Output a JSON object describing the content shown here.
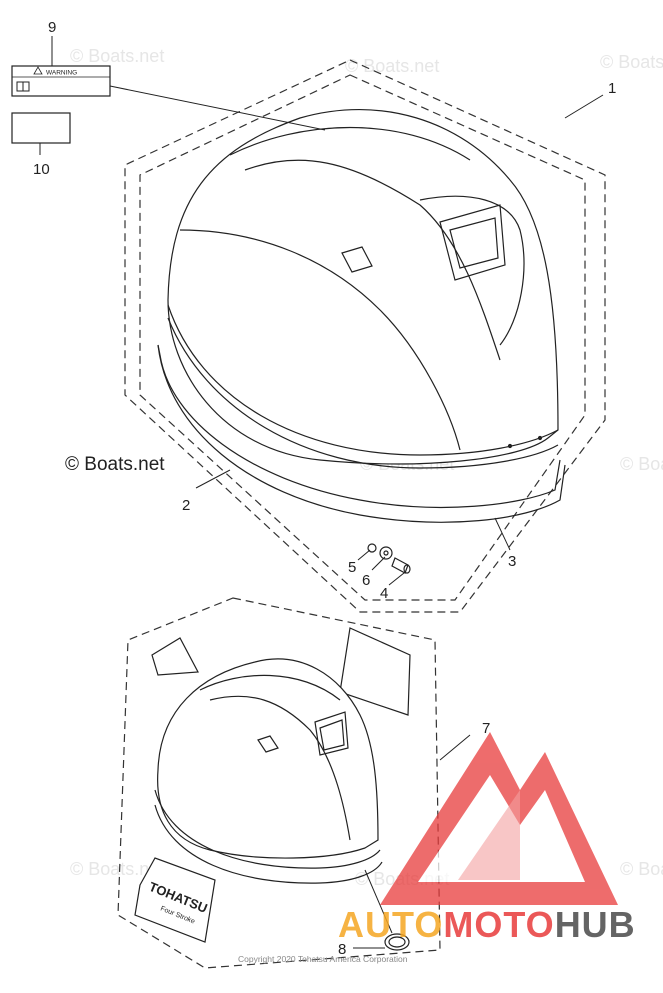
{
  "callouts": [
    "9",
    "10",
    "1",
    "2",
    "3",
    "5",
    "6",
    "4",
    "7",
    "8"
  ],
  "warning_label_text": "WARNING",
  "copyright_stamp": "© Boats.net",
  "watermark_text": "© Boats.net",
  "footer_text": "Copyright 2020 Tohatsu America Corporation",
  "decal_brand": "TOHATSU",
  "decal_sub": "Four Stroke",
  "logo": {
    "name_part1": "AUTO",
    "name_part2": "MOTO",
    "name_part3": "HUB",
    "colors": {
      "orange": "#f5a623",
      "red": "#e83b3b",
      "gray": "#4a4a4a"
    }
  }
}
